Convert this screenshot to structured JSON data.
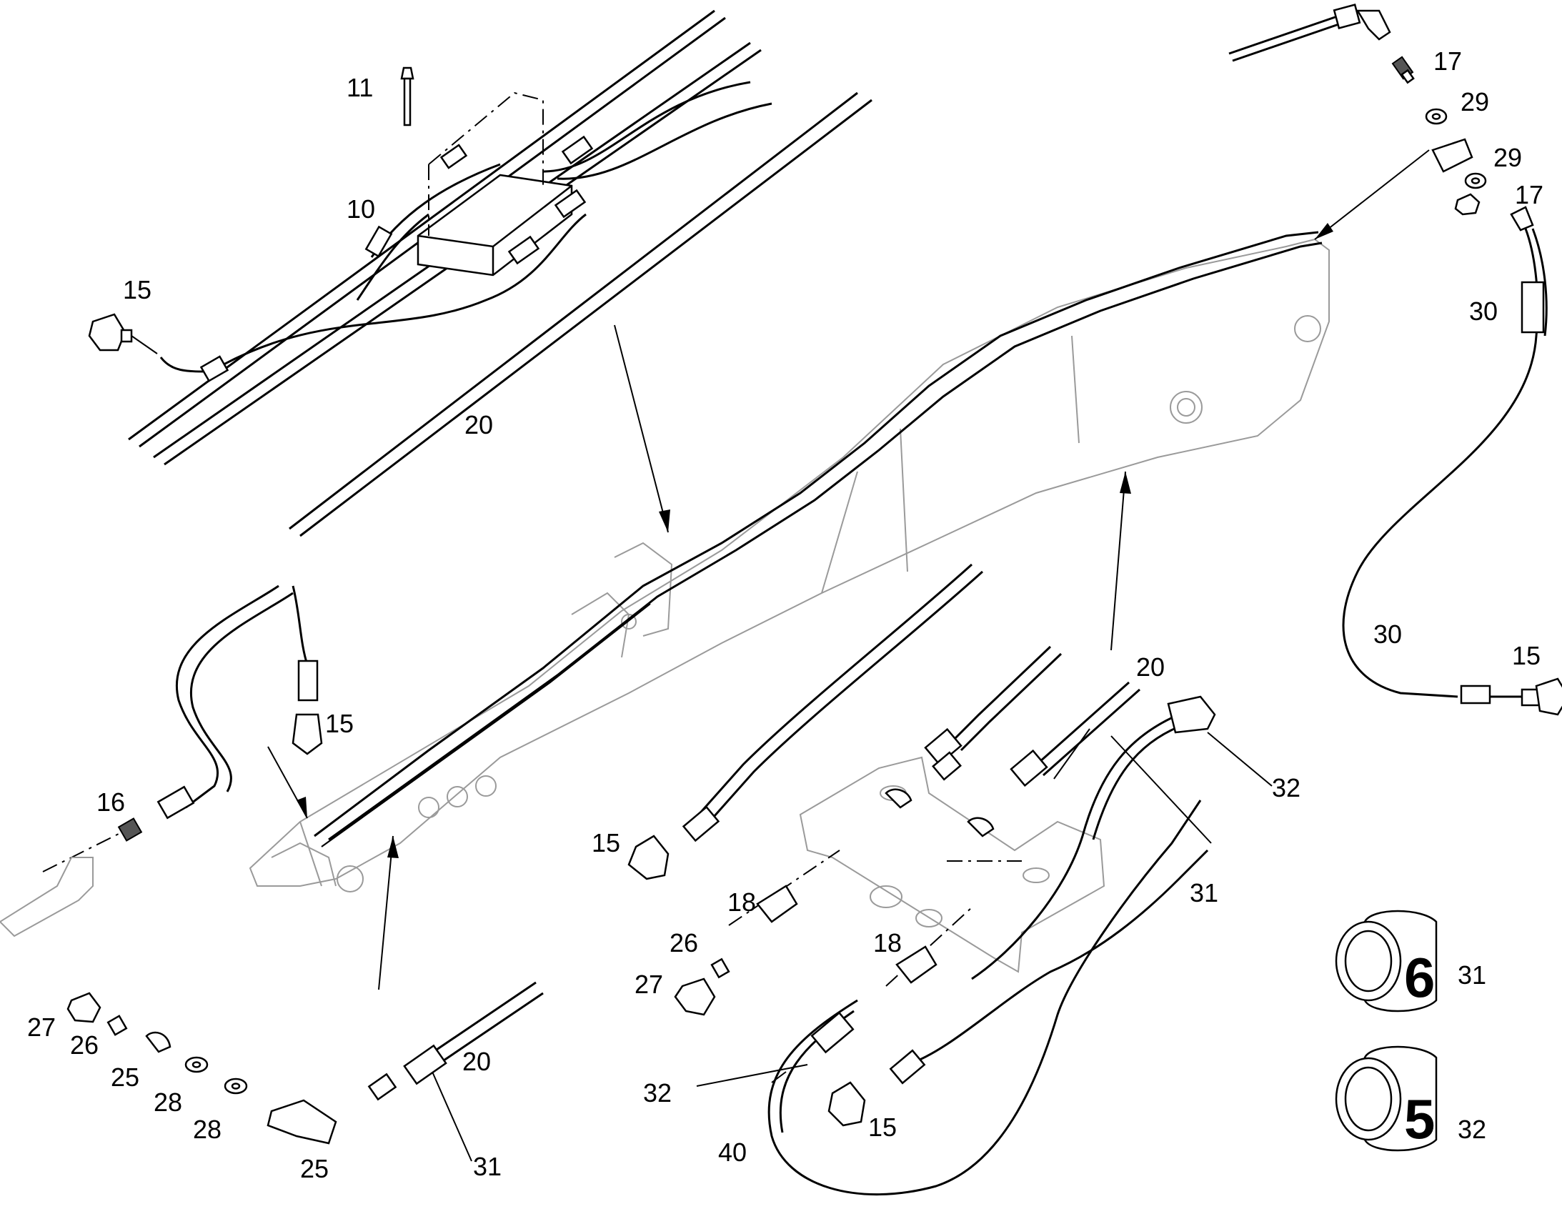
{
  "callouts": [
    {
      "id": "c11",
      "text": "11"
    },
    {
      "id": "c10",
      "text": "10"
    },
    {
      "id": "c15a",
      "text": "15"
    },
    {
      "id": "c20a",
      "text": "20"
    },
    {
      "id": "c17a",
      "text": "17"
    },
    {
      "id": "c29a",
      "text": "29"
    },
    {
      "id": "c29b",
      "text": "29"
    },
    {
      "id": "c17b",
      "text": "17"
    },
    {
      "id": "c30a",
      "text": "30"
    },
    {
      "id": "c30b",
      "text": "30"
    },
    {
      "id": "c15b",
      "text": "15"
    },
    {
      "id": "c15c",
      "text": "15"
    },
    {
      "id": "c16",
      "text": "16"
    },
    {
      "id": "c20b",
      "text": "20"
    },
    {
      "id": "c32a",
      "text": "32"
    },
    {
      "id": "c31a",
      "text": "31"
    },
    {
      "id": "c15d",
      "text": "15"
    },
    {
      "id": "c18a",
      "text": "18"
    },
    {
      "id": "c26a",
      "text": "26"
    },
    {
      "id": "c27a",
      "text": "27"
    },
    {
      "id": "c18b",
      "text": "18"
    },
    {
      "id": "c27b",
      "text": "27"
    },
    {
      "id": "c26b",
      "text": "26"
    },
    {
      "id": "c25a",
      "text": "25"
    },
    {
      "id": "c28a",
      "text": "28"
    },
    {
      "id": "c28b",
      "text": "28"
    },
    {
      "id": "c25b",
      "text": "25"
    },
    {
      "id": "c20c",
      "text": "20"
    },
    {
      "id": "c31b",
      "text": "31"
    },
    {
      "id": "c32b",
      "text": "32"
    },
    {
      "id": "c40",
      "text": "40"
    },
    {
      "id": "c15e",
      "text": "15"
    },
    {
      "id": "c31c",
      "text": "31"
    },
    {
      "id": "c32c",
      "text": "32"
    }
  ],
  "tags": [
    {
      "id": "tag6",
      "digit": "6"
    },
    {
      "id": "tag5",
      "digit": "5"
    }
  ]
}
